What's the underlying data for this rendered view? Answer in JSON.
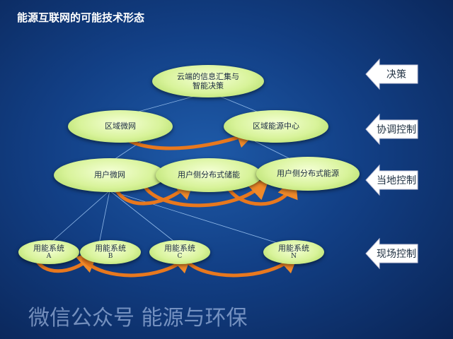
{
  "title": "能源互联网的可能技术形态",
  "nodes": {
    "cloud": {
      "line1": "云端的信息汇集与",
      "line2": "智能决策"
    },
    "regional_microgrid": "区域微网",
    "regional_energy_center": "区域能源中心",
    "user_microgrid": "用户微网",
    "user_storage": "用户侧分布式储能",
    "user_energy": "用户侧分布式能源",
    "systems": [
      {
        "label": "用能系统",
        "id": "A"
      },
      {
        "label": "用能系统",
        "id": "B"
      },
      {
        "label": "用能系统",
        "id": "C"
      },
      {
        "label": "用能系统",
        "id": "N"
      }
    ]
  },
  "levels": [
    "决策",
    "协调控制",
    "当地控制",
    "现场控制"
  ],
  "watermark": "微信公众号 能源与环保",
  "colors": {
    "node": "#d8f39a",
    "arrow": "#e8781e",
    "link": "#8fb8e8"
  }
}
